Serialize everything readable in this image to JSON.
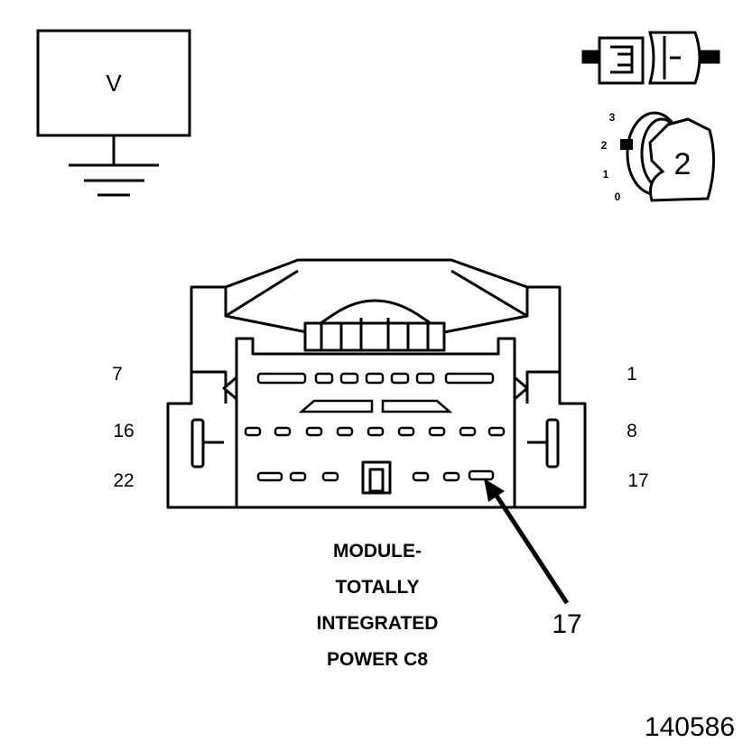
{
  "meter": {
    "symbol": "V"
  },
  "switch_positions": [
    "3",
    "2",
    "1",
    "0"
  ],
  "ignition_position": "2",
  "pin_labels": {
    "row1_left": "7",
    "row1_right": "1",
    "row2_left": "16",
    "row2_right": "8",
    "row3_left": "22",
    "row3_right": "17"
  },
  "callout_pin": "17",
  "connector_name_lines": [
    "MODULE-",
    "TOTALLY",
    "INTEGRATED",
    "POWER C8"
  ],
  "figure_id": "140586",
  "colors": {
    "stroke": "#000000",
    "fill": "#ffffff"
  }
}
